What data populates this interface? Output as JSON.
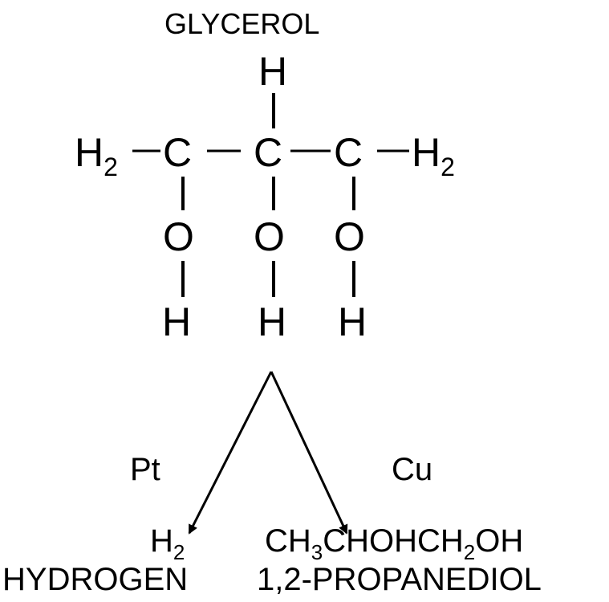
{
  "title": "GLYCEROL",
  "structure": {
    "top_h": "H",
    "left_h2": "H",
    "left_h2_sub": "2",
    "right_h2": "H",
    "right_h2_sub": "2",
    "carbon": "C",
    "oxygen": "O",
    "hydrogen": "H"
  },
  "catalysts": {
    "left": "Pt",
    "right": "Cu"
  },
  "products": {
    "left": {
      "formula_main": "H",
      "formula_sub": "2",
      "name": "HYDROGEN"
    },
    "right": {
      "formula_parts": [
        "CH",
        "3",
        "CHOHCH",
        "2",
        "OH"
      ],
      "name": "1,2-PROPANEDIOL"
    }
  }
}
